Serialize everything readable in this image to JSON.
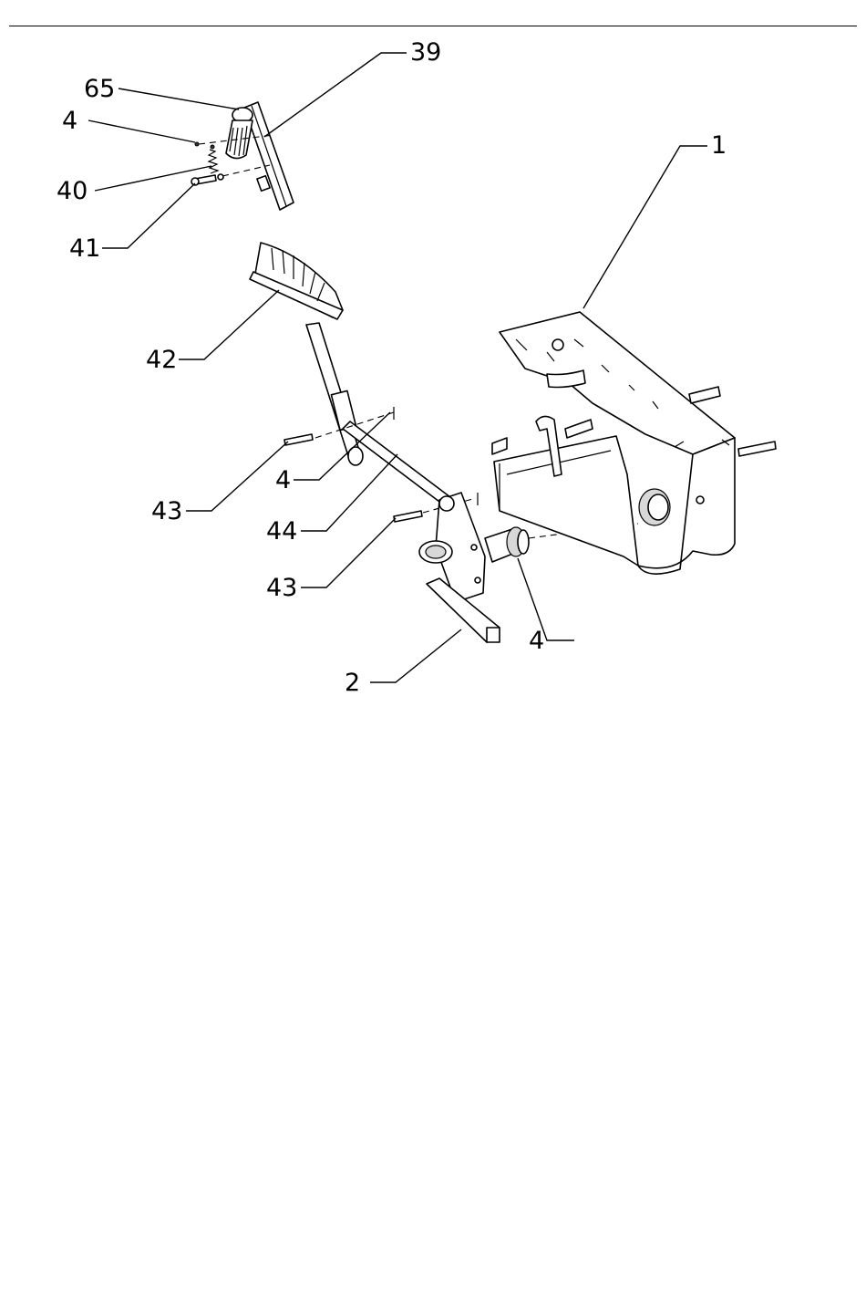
{
  "callouts": {
    "c39": "39",
    "c65": "65",
    "c4_top": "4",
    "c40": "40",
    "c41": "41",
    "c1": "1",
    "c42": "42",
    "c43_upper": "43",
    "c4_mid": "4",
    "c44": "44",
    "c43_lower": "43",
    "c4_lower": "4",
    "c2": "2"
  }
}
